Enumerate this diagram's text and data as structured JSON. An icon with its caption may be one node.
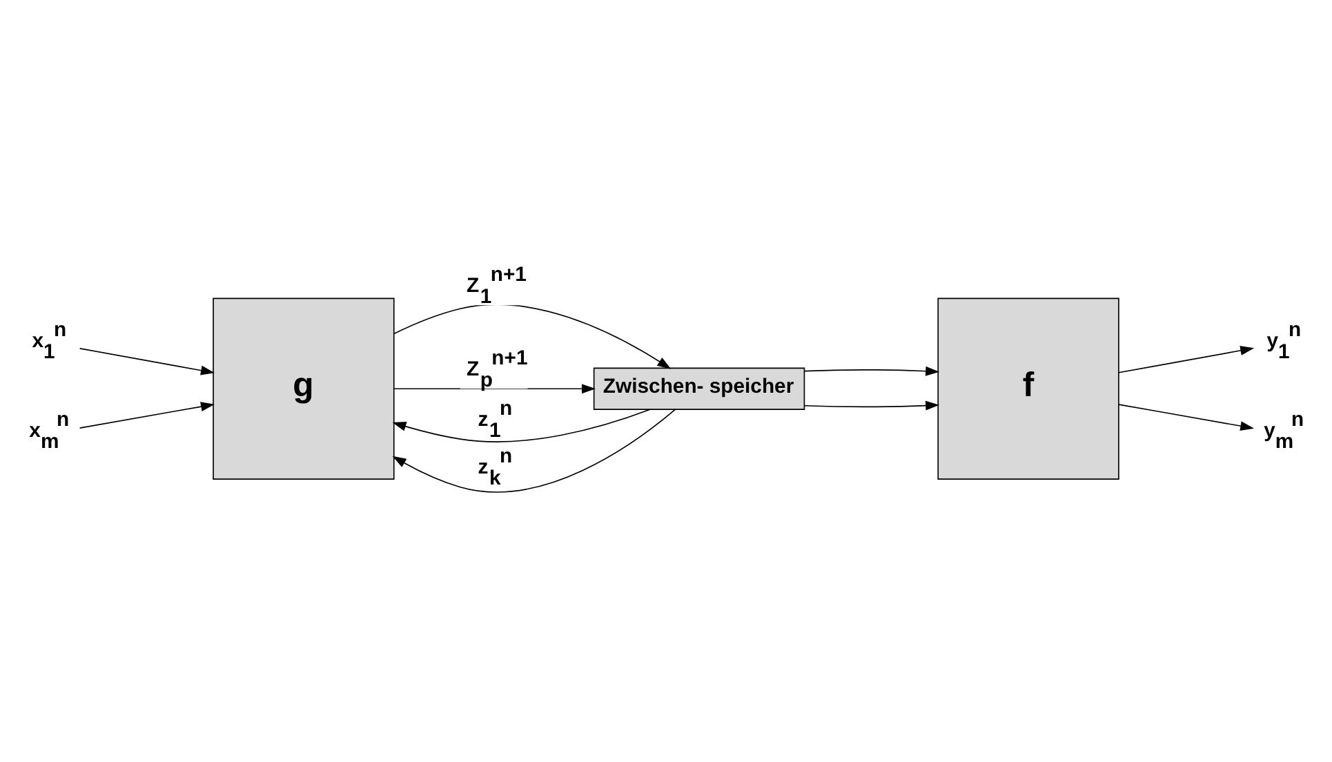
{
  "diagram": {
    "nodes": [
      {
        "text": [
          "g"
        ]
      },
      {
        "text": [
          "f"
        ]
      },
      {
        "text": [
          "Zwischen- speicher"
        ]
      },
      {
        "text": [
          "x$_{1}$$^{n}$"
        ]
      },
      {
        "text": [
          "x$_{m}$$^{n}$"
        ]
      },
      {
        "text": [
          "y$_{1}$$^{n}$"
        ]
      },
      {
        "text": [
          "y$_{m}$$^{n}$"
        ]
      }
    ],
    "edges": [
      {
        "from": 3,
        "to": 0,
        "arrow": "to"
      },
      {
        "from": 4,
        "to": 0,
        "arrow": "to"
      },
      {
        "from": 2,
        "to": 0,
        "arrow": "to",
        "label": "z$_{1}$$^{n}$"
      },
      {
        "from": 2,
        "to": 0,
        "arrow": "to",
        "label": "z$_{k}$$^{n}$"
      },
      {
        "from": 0,
        "to": 2,
        "arrow": "to",
        "label": "Z$_{1}$$^{n+1}$"
      },
      {
        "from": 0,
        "to": 2,
        "arrow": "to",
        "label": "Z$_{p}$$^{n+1}$"
      },
      {
        "from": 2,
        "to": 1,
        "arrow": "to"
      },
      {
        "from": 2,
        "to": 1,
        "arrow": "to"
      },
      {
        "from": 1,
        "to": 5,
        "arrow": "to"
      },
      {
        "from": 1,
        "to": 6,
        "arrow": "to"
      }
    ]
  }
}
